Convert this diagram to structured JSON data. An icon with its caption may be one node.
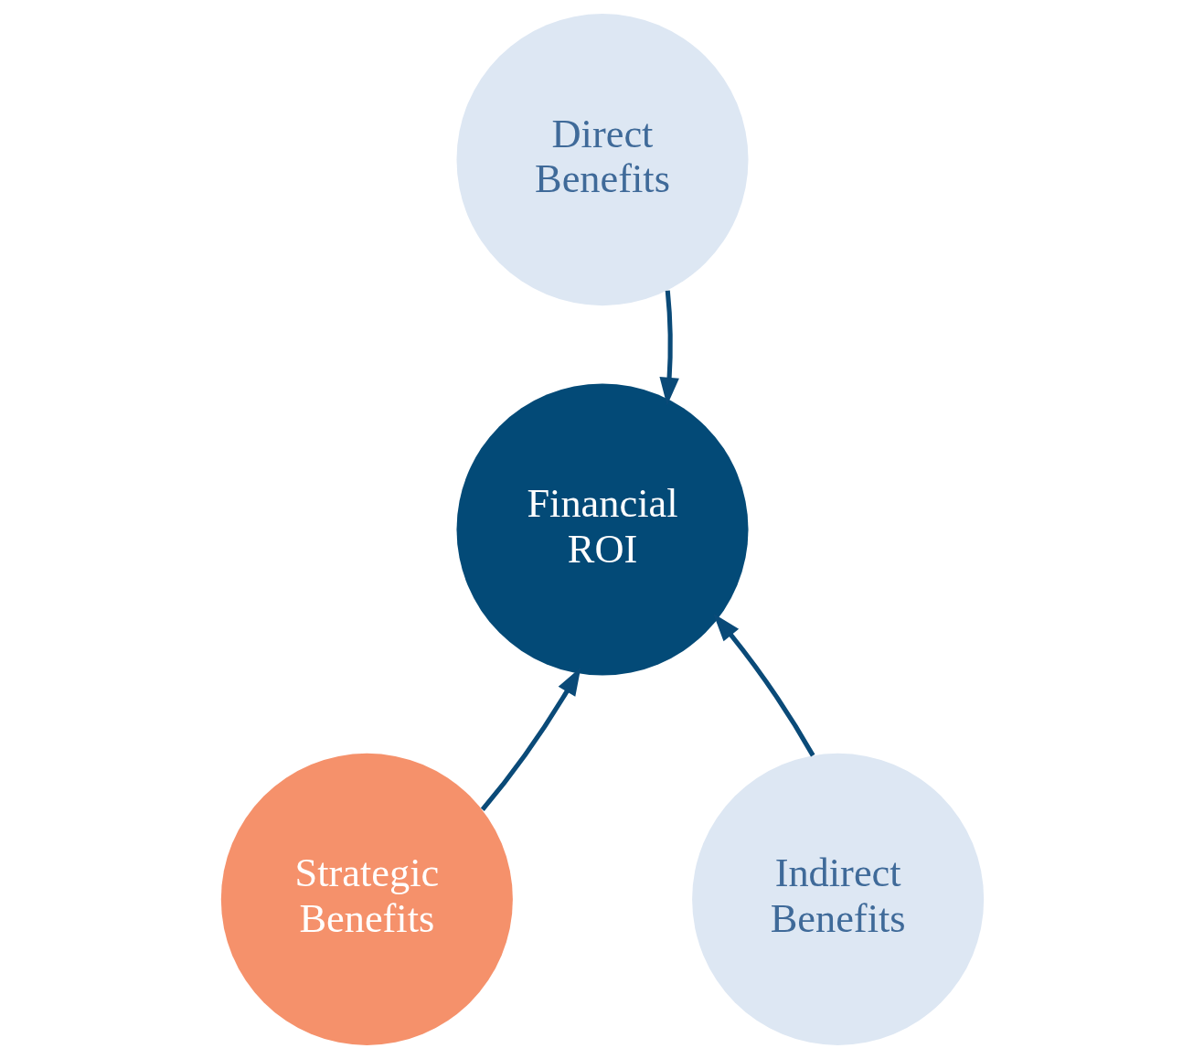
{
  "diagram": {
    "nodes": [
      {
        "text": [
          "Direct Benefits"
        ]
      },
      {
        "text": [
          "Financial ROI"
        ]
      },
      {
        "text": [
          "Strategic Benefits"
        ]
      },
      {
        "text": [
          "Indirect Benefits"
        ]
      }
    ],
    "edges": [
      {
        "from": 0,
        "to": 1,
        "arrow": "to"
      },
      {
        "from": 2,
        "to": 1,
        "arrow": "to"
      },
      {
        "from": 3,
        "to": 1,
        "arrow": "to"
      }
    ]
  }
}
